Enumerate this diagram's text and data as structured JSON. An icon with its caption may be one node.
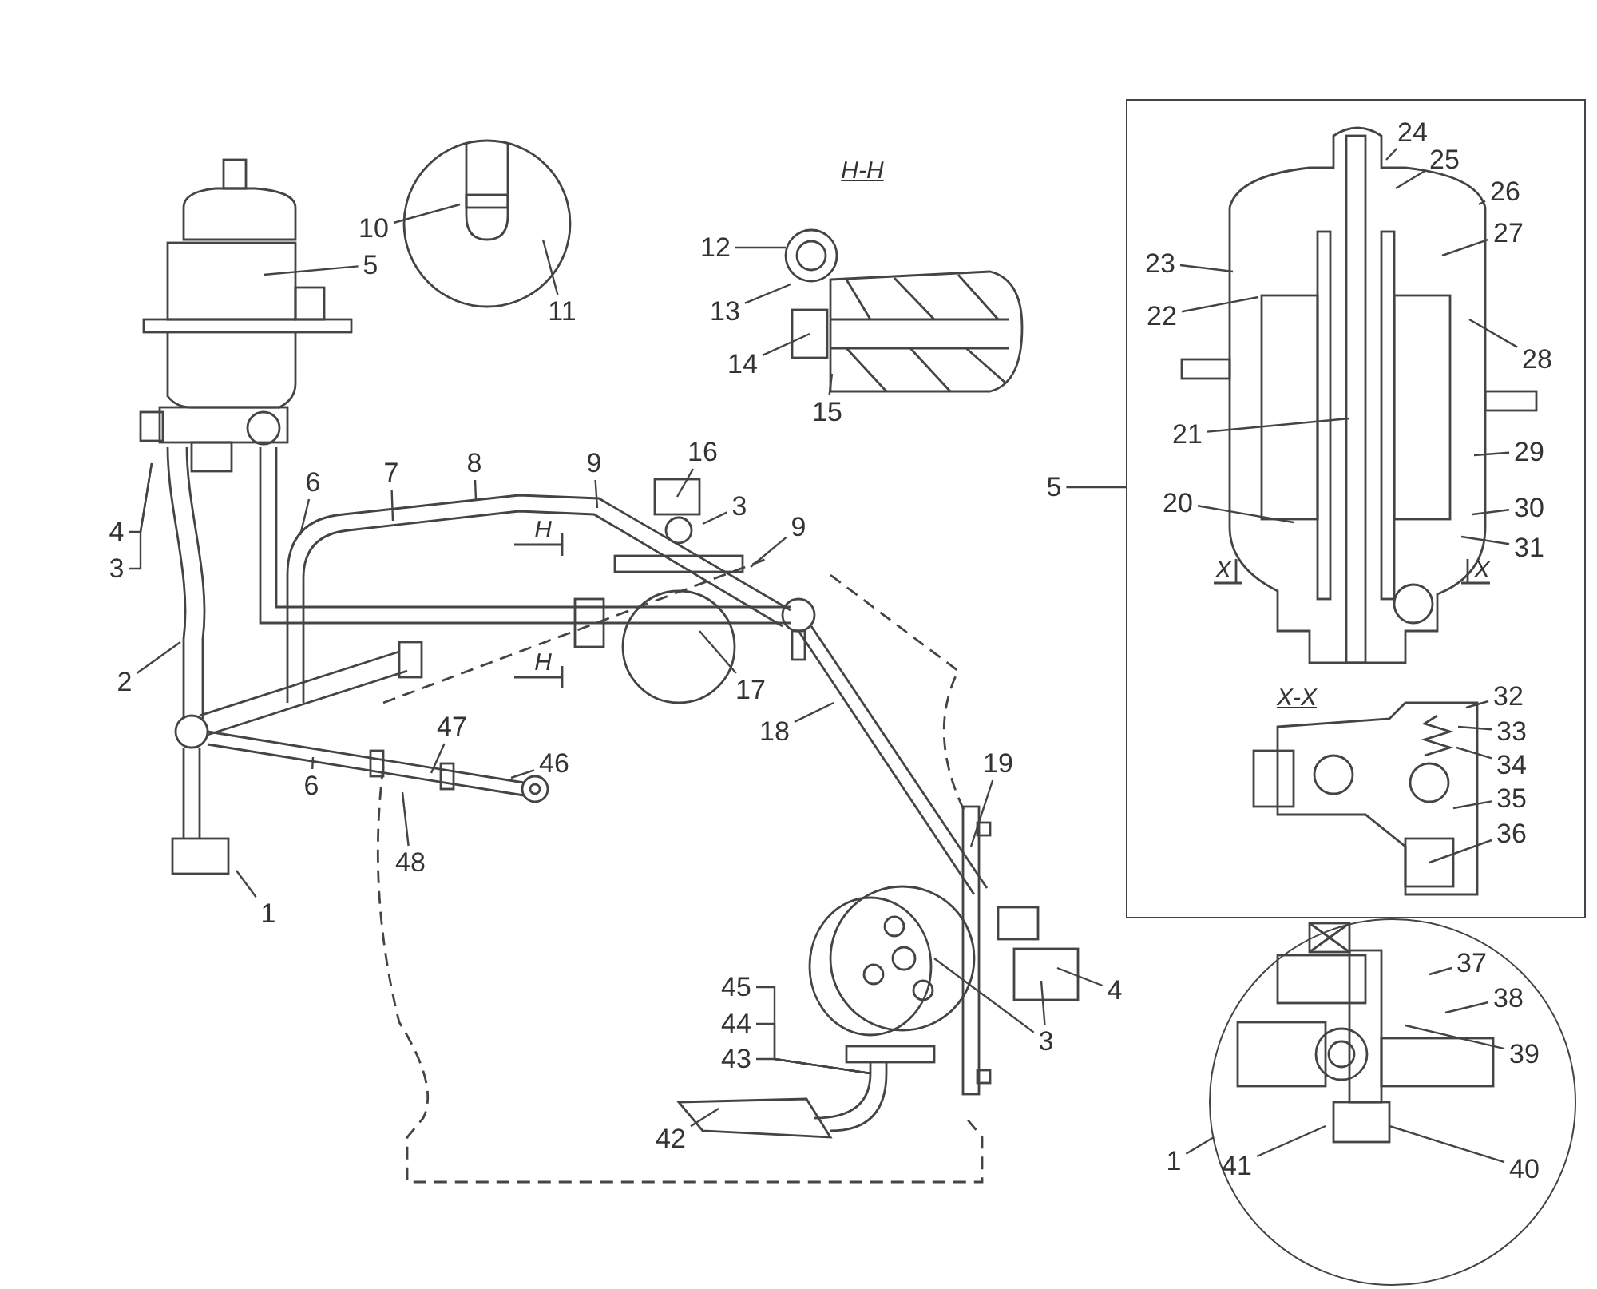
{
  "diagram": {
    "nodes": [
      {
        "text": [
          "5"
        ]
      },
      {
        "text": [
          "10"
        ]
      },
      {
        "text": [
          "11"
        ]
      },
      {
        "text": [
          "12"
        ]
      },
      {
        "text": [
          "13"
        ]
      },
      {
        "text": [
          "14"
        ]
      },
      {
        "text": [
          "15"
        ]
      },
      {
        "text": [],
        "shape": "box"
      },
      {
        "text": [
          "24"
        ],
        "in": 7
      },
      {
        "text": [
          "25"
        ],
        "in": 7
      },
      {
        "text": [
          "26"
        ],
        "in": 7
      },
      {
        "text": [
          "27"
        ],
        "in": 7
      },
      {
        "text": [
          "23"
        ],
        "in": 7
      },
      {
        "text": [
          "22"
        ],
        "in": 7
      },
      {
        "text": [
          "28"
        ],
        "in": 7
      },
      {
        "text": [
          "21"
        ],
        "in": 7
      },
      {
        "text": [
          "29"
        ],
        "in": 7
      },
      {
        "text": [
          "20"
        ],
        "in": 7
      },
      {
        "text": [
          "30"
        ],
        "in": 7
      },
      {
        "text": [
          "31"
        ],
        "in": 7
      },
      {
        "text": [
          "32"
        ],
        "in": 7
      },
      {
        "text": [
          "33"
        ],
        "in": 7
      },
      {
        "text": [
          "34"
        ],
        "in": 7
      },
      {
        "text": [
          "35"
        ],
        "in": 7
      },
      {
        "text": [
          "36"
        ],
        "in": 7
      },
      {
        "text": [
          "4"
        ]
      },
      {
        "text": [
          "3"
        ]
      },
      {
        "text": [
          "6"
        ]
      },
      {
        "text": [
          "7"
        ]
      },
      {
        "text": [
          "8"
        ]
      },
      {
        "text": [
          "9"
        ]
      },
      {
        "text": [
          "16"
        ]
      },
      {
        "text": [
          "3"
        ]
      },
      {
        "text": [
          "9"
        ]
      },
      {
        "text": [
          "5"
        ]
      },
      {
        "text": [
          "2"
        ]
      },
      {
        "text": [
          "17"
        ]
      },
      {
        "text": [
          "18"
        ]
      },
      {
        "text": [
          "47"
        ]
      },
      {
        "text": [
          "46"
        ]
      },
      {
        "text": [
          "6"
        ]
      },
      {
        "text": [
          "19"
        ]
      },
      {
        "text": [
          "48"
        ]
      },
      {
        "text": [
          "1"
        ]
      },
      {
        "text": [],
        "shape": "circle"
      },
      {
        "text": [
          "37"
        ],
        "in": 44
      },
      {
        "text": [
          "38"
        ],
        "in": 44
      },
      {
        "text": [
          "39"
        ],
        "in": 44
      },
      {
        "text": [
          "45"
        ]
      },
      {
        "text": [
          "44"
        ]
      },
      {
        "text": [
          "4"
        ]
      },
      {
        "text": [
          "3"
        ]
      },
      {
        "text": [
          "43"
        ]
      },
      {
        "text": [
          "42"
        ]
      },
      {
        "text": [
          "40"
        ],
        "in": 44
      },
      {
        "text": [
          "41"
        ],
        "in": 44
      },
      {
        "text": [
          "1"
        ]
      }
    ],
    "edges": [
      {
        "from": 0,
        "to": null,
        "arrow": "none"
      },
      {
        "from": 1,
        "to": null,
        "arrow": "none"
      },
      {
        "from": 2,
        "to": null,
        "arrow": "none"
      },
      {
        "from": 3,
        "to": null,
        "arrow": "none"
      },
      {
        "from": 4,
        "to": null,
        "arrow": "none"
      },
      {
        "from": 5,
        "to": null,
        "arrow": "none"
      },
      {
        "from": 6,
        "to": null,
        "arrow": "none"
      },
      {
        "from": 8,
        "to": null,
        "arrow": "none"
      },
      {
        "from": 9,
        "to": null,
        "arrow": "none"
      },
      {
        "from": 10,
        "to": null,
        "arrow": "none"
      },
      {
        "from": 11,
        "to": null,
        "arrow": "none"
      },
      {
        "from": 12,
        "to": null,
        "arrow": "none"
      },
      {
        "from": 13,
        "to": null,
        "arrow": "none"
      },
      {
        "from": 14,
        "to": null,
        "arrow": "none"
      },
      {
        "from": 15,
        "to": null,
        "arrow": "none"
      },
      {
        "from": 16,
        "to": null,
        "arrow": "none"
      },
      {
        "from": 17,
        "to": null,
        "arrow": "none"
      },
      {
        "from": 18,
        "to": null,
        "arrow": "none"
      },
      {
        "from": 19,
        "to": null,
        "arrow": "none"
      },
      {
        "from": 20,
        "to": null,
        "arrow": "none"
      },
      {
        "from": 21,
        "to": null,
        "arrow": "none"
      },
      {
        "from": 22,
        "to": null,
        "arrow": "none"
      },
      {
        "from": 23,
        "to": null,
        "arrow": "none"
      },
      {
        "from": 24,
        "to": null,
        "arrow": "none"
      },
      {
        "from": 25,
        "to": null,
        "arrow": "none"
      },
      {
        "from": 26,
        "to": null,
        "arrow": "none"
      },
      {
        "from": 27,
        "to": null,
        "arrow": "none"
      },
      {
        "from": 28,
        "to": null,
        "arrow": "none"
      },
      {
        "from": 29,
        "to": null,
        "arrow": "none"
      },
      {
        "from": 30,
        "to": null,
        "arrow": "none"
      },
      {
        "from": 31,
        "to": null,
        "arrow": "none"
      },
      {
        "from": 32,
        "to": null,
        "arrow": "none"
      },
      {
        "from": 33,
        "to": null,
        "arrow": "none"
      },
      {
        "from": 34,
        "to": 7,
        "arrow": "none"
      },
      {
        "from": 35,
        "to": null,
        "arrow": "none"
      },
      {
        "from": 36,
        "to": null,
        "arrow": "none"
      },
      {
        "from": 37,
        "to": null,
        "arrow": "none"
      },
      {
        "from": 38,
        "to": null,
        "arrow": "none"
      },
      {
        "from": 39,
        "to": null,
        "arrow": "none"
      },
      {
        "from": 40,
        "to": null,
        "arrow": "none"
      },
      {
        "from": 41,
        "to": null,
        "arrow": "none"
      },
      {
        "from": 42,
        "to": null,
        "arrow": "none"
      },
      {
        "from": 43,
        "to": null,
        "arrow": "none"
      },
      {
        "from": 45,
        "to": null,
        "arrow": "none"
      },
      {
        "from": 46,
        "to": null,
        "arrow": "none"
      },
      {
        "from": 47,
        "to": null,
        "arrow": "none"
      },
      {
        "from": 48,
        "to": null,
        "arrow": "none"
      },
      {
        "from": 49,
        "to": null,
        "arrow": "none"
      },
      {
        "from": 50,
        "to": null,
        "arrow": "none"
      },
      {
        "from": 51,
        "to": null,
        "arrow": "none"
      },
      {
        "from": 51,
        "to": null,
        "arrow": "none"
      },
      {
        "from": 52,
        "to": null,
        "arrow": "none"
      },
      {
        "from": 53,
        "to": null,
        "arrow": "none"
      },
      {
        "from": 54,
        "to": null,
        "arrow": "none"
      },
      {
        "from": 55,
        "to": null,
        "arrow": "none"
      },
      {
        "from": 56,
        "to": 44,
        "arrow": "none"
      }
    ],
    "labels": [
      "Н-Н",
      "Н",
      "Х",
      "Х",
      "Н",
      "Х-Х"
    ]
  }
}
